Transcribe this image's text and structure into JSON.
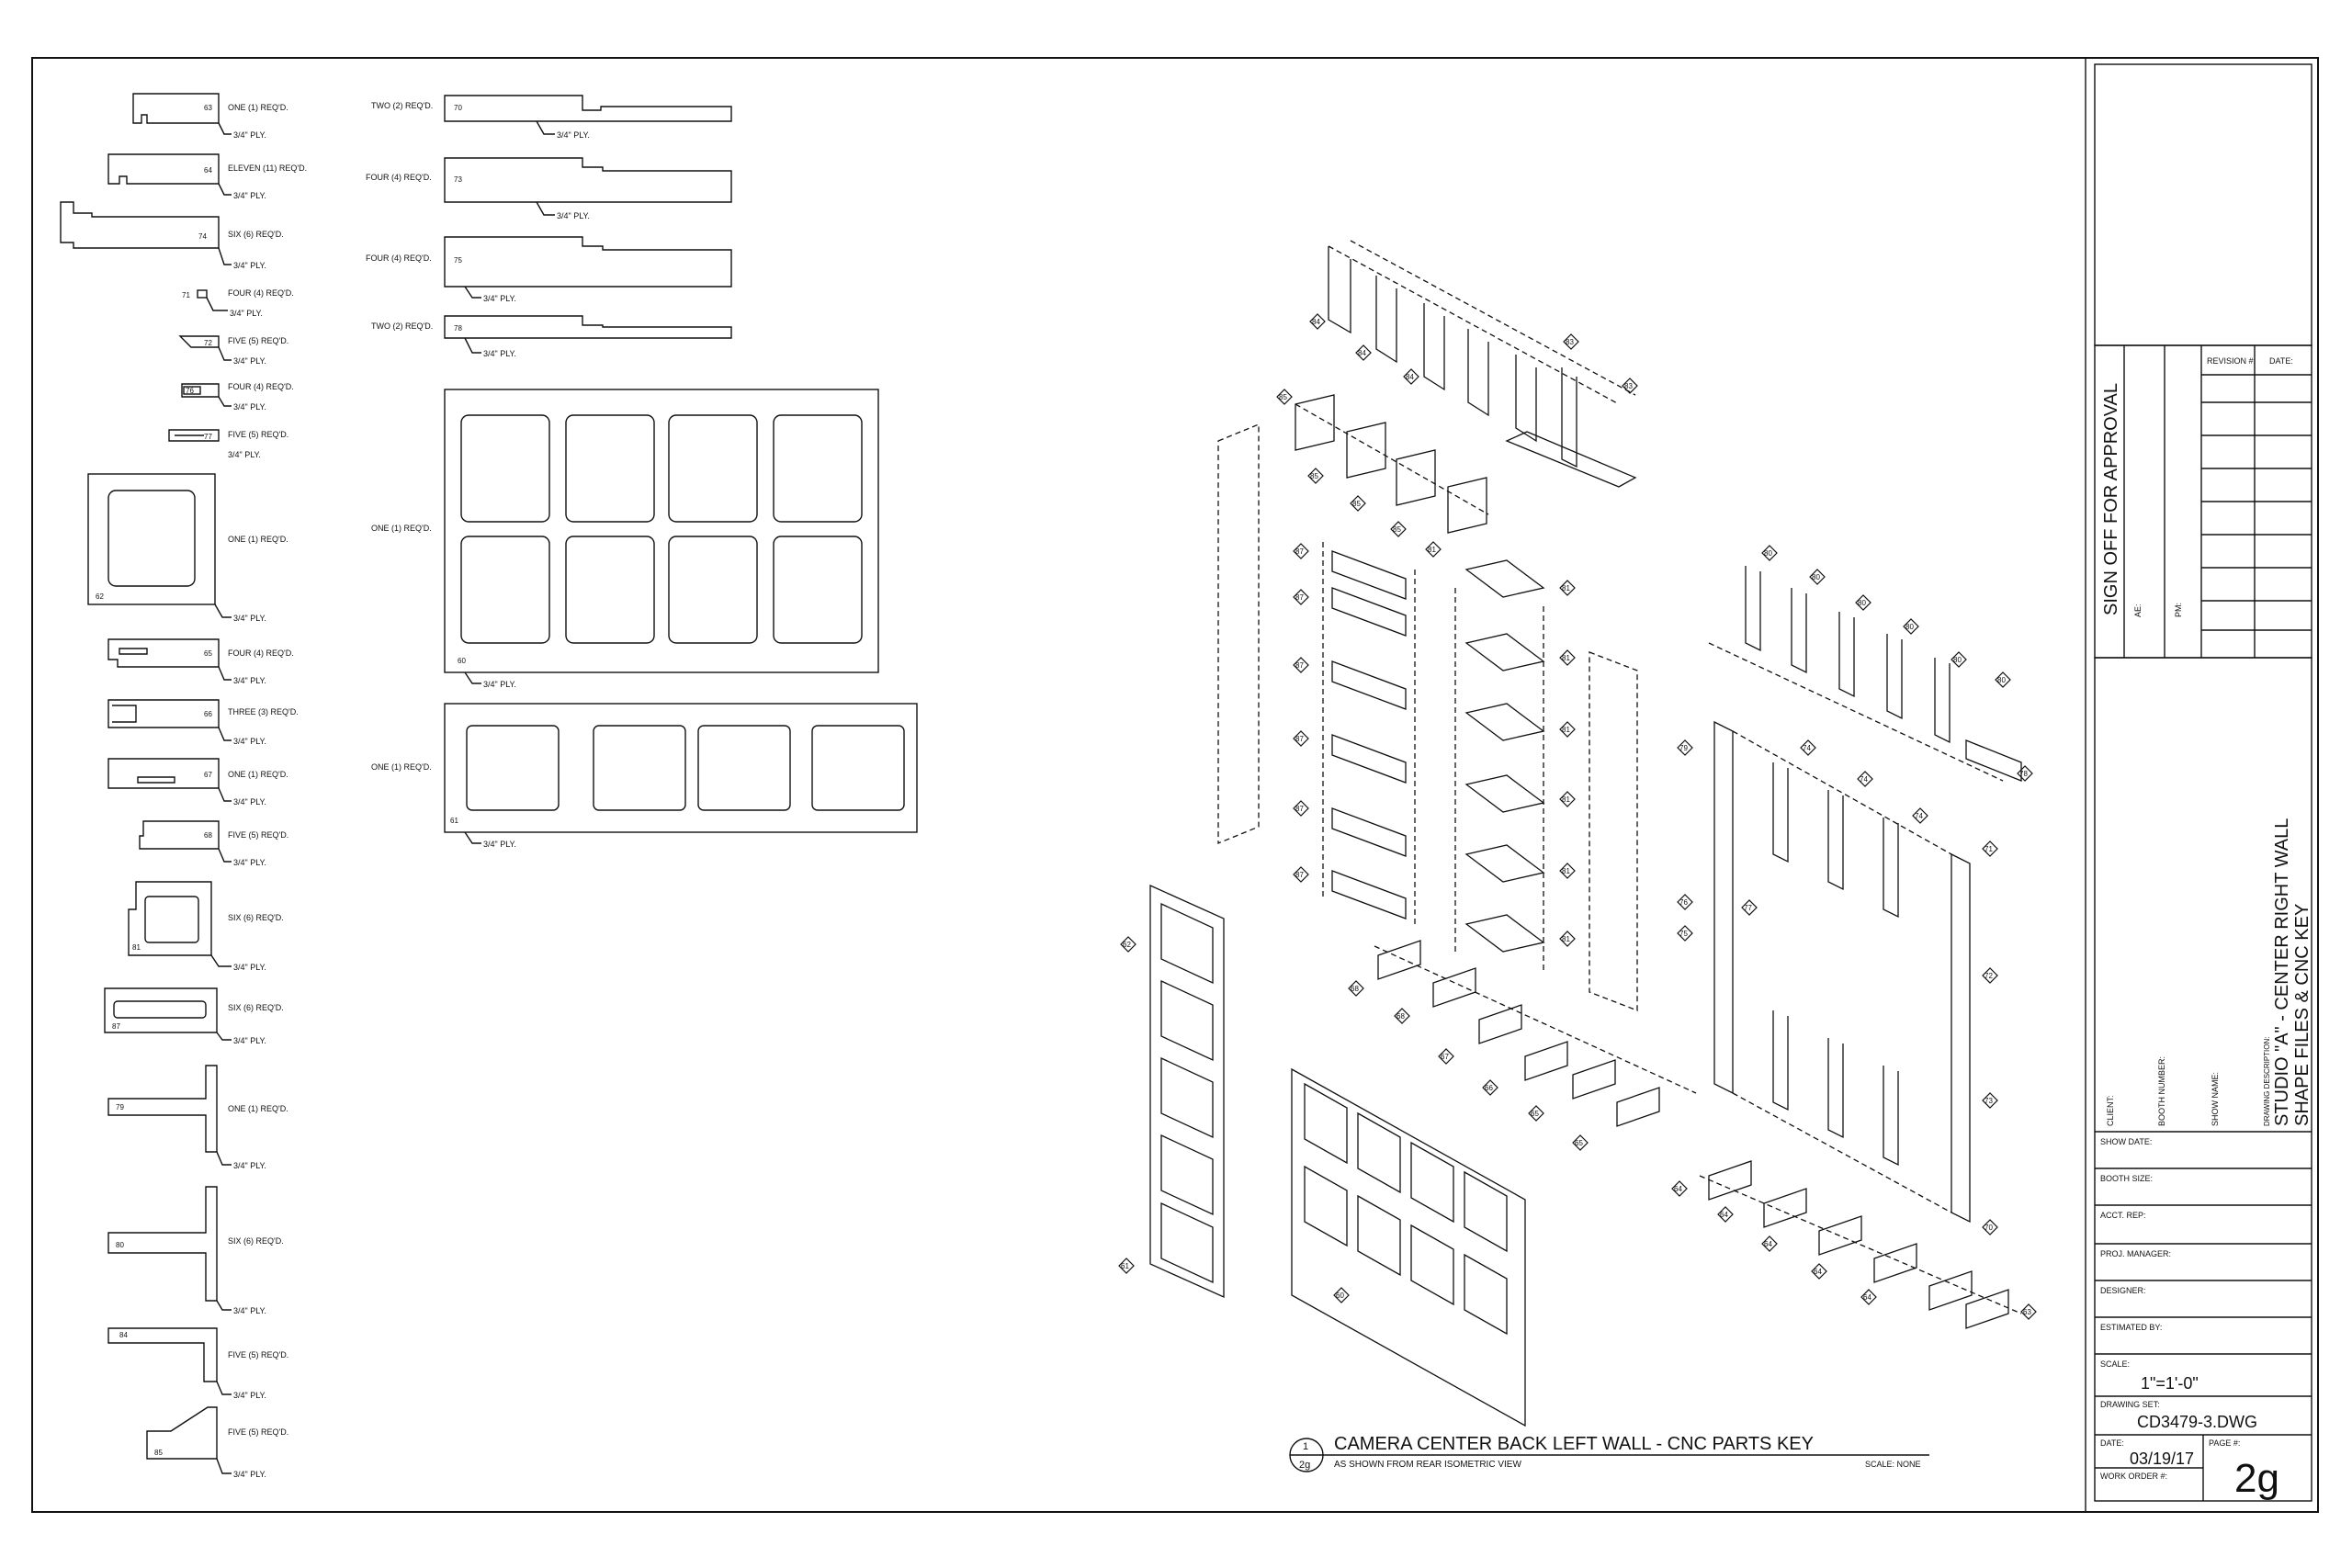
{
  "title_block": {
    "sign_off": "SIGN OFF FOR APPROVAL",
    "ae_label": "AE:",
    "pm_label": "PM:",
    "revision_label": "REVISION #:",
    "date_header": "DATE:",
    "client_label": "CLIENT:",
    "booth_number_label": "BOOTH NUMBER:",
    "show_name_label": "SHOW NAME:",
    "drawing_desc_label": "DRAWING DESCRIPTION:",
    "drawing_desc_line1": "STUDIO \"A\" - CENTER RIGHT WALL",
    "drawing_desc_line2": "SHAPE FILES & CNC KEY",
    "show_date_label": "SHOW DATE:",
    "booth_size_label": "BOOTH SIZE:",
    "acct_rep_label": "ACCT. REP:",
    "proj_manager_label": "PROJ. MANAGER:",
    "designer_label": "DESIGNER:",
    "estimated_by_label": "ESTIMATED BY:",
    "scale_label": "SCALE:",
    "scale_value": "1\"=1'-0\"",
    "drawing_set_label": "DRAWING SET:",
    "drawing_set_value": "CD3479-3.DWG",
    "date_label": "DATE:",
    "date_value": "03/19/17",
    "page_label": "PAGE #:",
    "page_value": "2g",
    "work_order_label": "WORK ORDER #:"
  },
  "drawing": {
    "title": "CAMERA CENTER BACK LEFT WALL - CNC PARTS KEY",
    "subtitle": "AS SHOWN FROM REAR ISOMETRIC VIEW",
    "scale": "SCALE: NONE",
    "bubble_top": "1",
    "bubble_bottom": "2g"
  },
  "ply_label": "3/4\" PLY.",
  "parts_left": [
    {
      "num": "63",
      "qty": "ONE (1) REQ'D."
    },
    {
      "num": "64",
      "qty": "ELEVEN (11) REQ'D."
    },
    {
      "num": "74",
      "qty": "SIX (6) REQ'D."
    },
    {
      "num": "71",
      "qty": "FOUR (4) REQ'D."
    },
    {
      "num": "72",
      "qty": "FIVE (5) REQ'D."
    },
    {
      "num": "76",
      "qty": "FOUR (4) REQ'D."
    },
    {
      "num": "77",
      "qty": "FIVE (5) REQ'D."
    },
    {
      "num": "62",
      "qty": "ONE (1) REQ'D."
    },
    {
      "num": "65",
      "qty": "FOUR (4) REQ'D."
    },
    {
      "num": "66",
      "qty": "THREE (3) REQ'D."
    },
    {
      "num": "67",
      "qty": "ONE (1) REQ'D."
    },
    {
      "num": "68",
      "qty": "FIVE (5) REQ'D."
    },
    {
      "num": "81",
      "qty": "SIX (6) REQ'D."
    },
    {
      "num": "87",
      "qty": "SIX (6) REQ'D."
    },
    {
      "num": "79",
      "qty": "ONE (1) REQ'D."
    },
    {
      "num": "80",
      "qty": "SIX (6) REQ'D."
    },
    {
      "num": "84",
      "qty": "FIVE (5) REQ'D."
    },
    {
      "num": "85",
      "qty": "FIVE (5) REQ'D."
    }
  ],
  "parts_mid": [
    {
      "num": "70",
      "qty": "TWO (2) REQ'D."
    },
    {
      "num": "73",
      "qty": "FOUR (4) REQ'D."
    },
    {
      "num": "75",
      "qty": "FOUR (4) REQ'D."
    },
    {
      "num": "78",
      "qty": "TWO (2) REQ'D."
    },
    {
      "num": "60",
      "qty": "ONE (1) REQ'D."
    },
    {
      "num": "61",
      "qty": "ONE (1) REQ'D."
    }
  ],
  "callouts": [
    "84",
    "84",
    "84",
    "83",
    "83",
    "85",
    "85",
    "85",
    "85",
    "87",
    "87",
    "87",
    "87",
    "87",
    "87",
    "81",
    "81",
    "81",
    "81",
    "81",
    "81",
    "81",
    "80",
    "80",
    "80",
    "80",
    "80",
    "80",
    "78",
    "79",
    "74",
    "74",
    "74",
    "77",
    "76",
    "75",
    "71",
    "72",
    "73",
    "70",
    "68",
    "68",
    "67",
    "66",
    "65",
    "65",
    "62",
    "61",
    "60",
    "64",
    "64",
    "64",
    "64",
    "64",
    "63"
  ]
}
